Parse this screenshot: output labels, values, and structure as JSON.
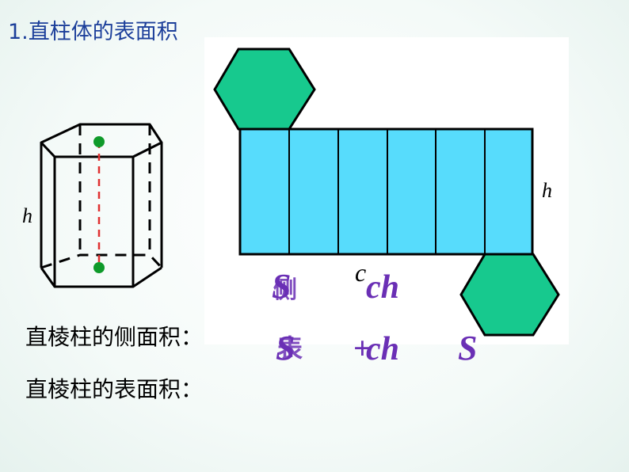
{
  "title": "1.直柱体的表面积",
  "labels": {
    "prism_height": "h",
    "net_height": "h",
    "net_base": "c"
  },
  "rows": {
    "lateral_area": "直棱柱的侧面积：",
    "surface_area": "直棱柱的表面积："
  },
  "formulas": {
    "lateral_s": "S",
    "lateral_sub": "侧",
    "lateral_ch": "ch",
    "surface_s": "S",
    "surface_sub": "表",
    "surface_plus": "+",
    "surface_ch": "ch",
    "surface_base": "S"
  },
  "colors": {
    "title": "#1c3f9a",
    "hexagon_fill": "#17c98e",
    "lateral_fill": "#57dcfc",
    "formula": "#6a2fb5",
    "height_line": "#e03030",
    "center_dot": "#0f9a2a"
  }
}
